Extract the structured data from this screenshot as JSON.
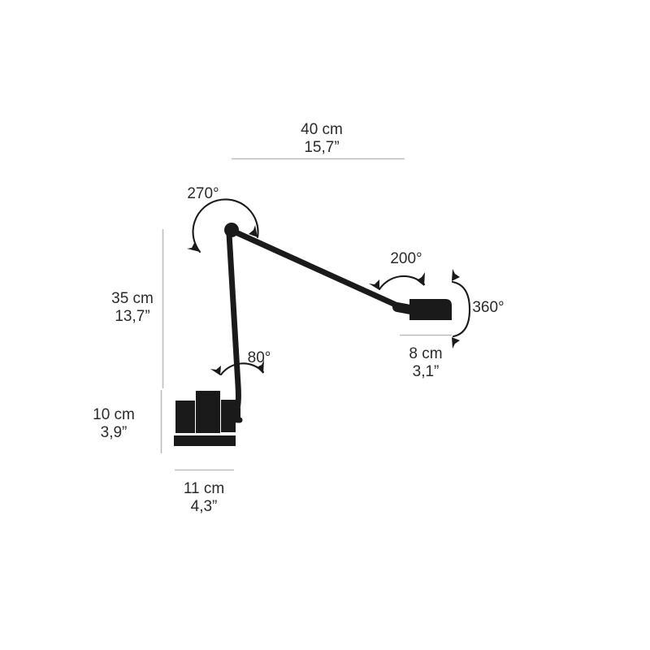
{
  "figure": {
    "title": "Lamp dimension drawing",
    "background_color": "#ffffff",
    "ink_color": "#1a1a1a",
    "dimension_line_color": "#bdbdbd",
    "text_color": "#2b2b2b"
  },
  "dimensions": {
    "reach": {
      "name": "reach-horizontal",
      "metric": "40 cm",
      "imperial": "15,7”",
      "orientation": "horizontal",
      "position": "top"
    },
    "height_arm": {
      "name": "arm-height",
      "metric": "35 cm",
      "imperial": "13,7”",
      "orientation": "vertical",
      "position": "left"
    },
    "height_base": {
      "name": "base-height",
      "metric": "10 cm",
      "imperial": "3,9”",
      "orientation": "vertical",
      "position": "left-lower"
    },
    "base_width": {
      "name": "base-width",
      "metric": "11 cm",
      "imperial": "4,3”",
      "orientation": "horizontal",
      "position": "bottom"
    },
    "head_width": {
      "name": "head-width",
      "metric": "8 cm",
      "imperial": "3,1”",
      "orientation": "horizontal",
      "position": "right"
    }
  },
  "angles": {
    "upper_joint": {
      "name": "upper-joint-rotation",
      "label": "270°",
      "icon": "double-arrow-arc-icon"
    },
    "head_tilt": {
      "name": "head-tilt-rotation",
      "label": "200°",
      "icon": "double-arrow-arc-icon"
    },
    "head_spin": {
      "name": "head-axial-rotation",
      "label": "360°",
      "icon": "double-arrow-loop-icon"
    },
    "base_joint": {
      "name": "base-joint-rotation",
      "label": "80°",
      "icon": "double-arrow-arc-icon"
    }
  },
  "parts": {
    "base": "lamp-base",
    "lower_arm": "lamp-lower-arm",
    "upper_arm": "lamp-upper-arm",
    "knuckle": "lamp-upper-joint",
    "head": "lamp-head",
    "head_connector": "lamp-head-connector"
  }
}
